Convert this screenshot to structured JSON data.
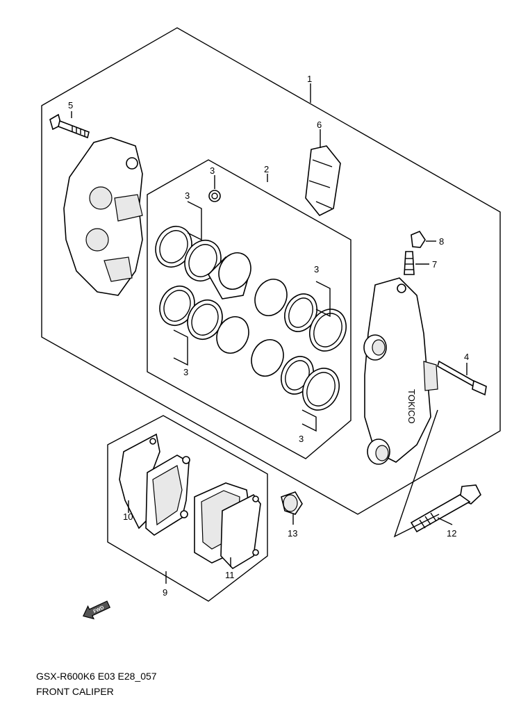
{
  "diagram": {
    "model_code": "GSX-R600K6 E03 E28_057",
    "title": "FRONT CALIPER",
    "fwd_badge": "FWD",
    "callouts": {
      "c1": "1",
      "c2": "2",
      "c3a": "3",
      "c3b": "3",
      "c3c": "3",
      "c3d": "3",
      "c3e": "3",
      "c4": "4",
      "c5": "5",
      "c6": "6",
      "c7": "7",
      "c8": "8",
      "c9": "9",
      "c10": "10",
      "c11": "11",
      "c12": "12",
      "c13": "13"
    }
  }
}
